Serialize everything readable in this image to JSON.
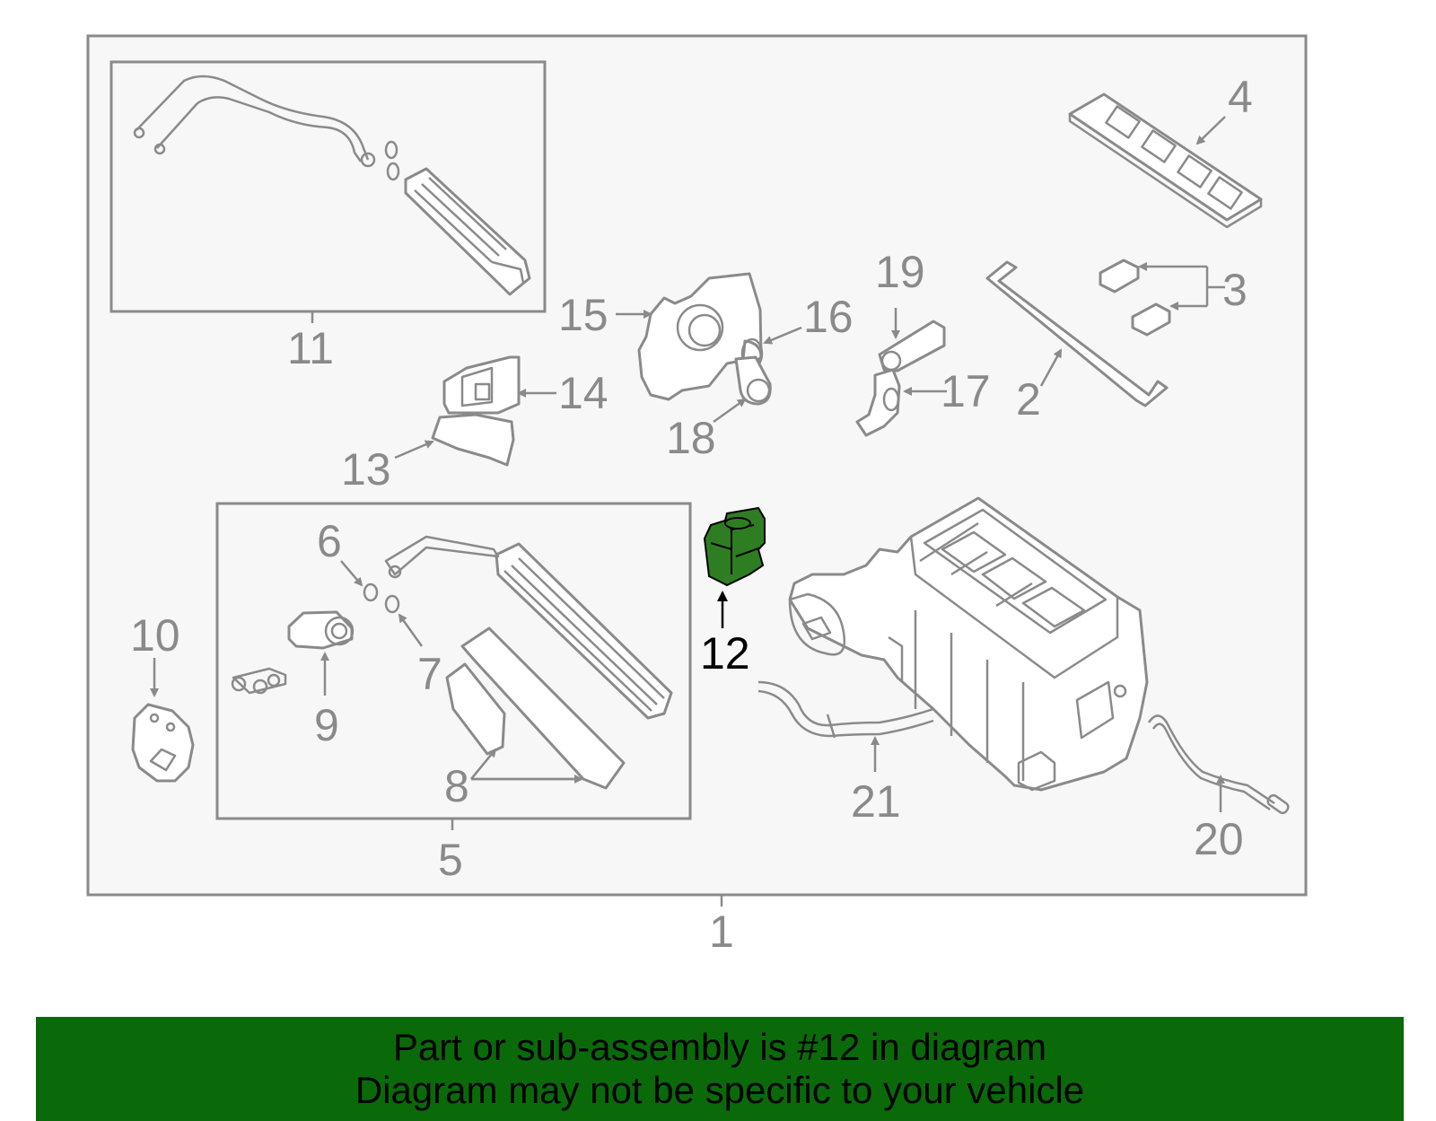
{
  "colors": {
    "line_gray": "#8a8a8a",
    "panel_bg": "#f7f7f7",
    "highlight_part": "#2e7d22",
    "banner_bg": "#0a6a0a",
    "banner_text": "#000000"
  },
  "diagram": {
    "highlighted_callout": "12",
    "callouts": [
      {
        "id": "1",
        "label": "1"
      },
      {
        "id": "2",
        "label": "2"
      },
      {
        "id": "3",
        "label": "3"
      },
      {
        "id": "4",
        "label": "4"
      },
      {
        "id": "5",
        "label": "5"
      },
      {
        "id": "6",
        "label": "6"
      },
      {
        "id": "7",
        "label": "7"
      },
      {
        "id": "8",
        "label": "8"
      },
      {
        "id": "9",
        "label": "9"
      },
      {
        "id": "10",
        "label": "10"
      },
      {
        "id": "11",
        "label": "11"
      },
      {
        "id": "12",
        "label": "12"
      },
      {
        "id": "13",
        "label": "13"
      },
      {
        "id": "14",
        "label": "14"
      },
      {
        "id": "15",
        "label": "15"
      },
      {
        "id": "16",
        "label": "16"
      },
      {
        "id": "17",
        "label": "17"
      },
      {
        "id": "18",
        "label": "18"
      },
      {
        "id": "19",
        "label": "19"
      },
      {
        "id": "20",
        "label": "20"
      },
      {
        "id": "21",
        "label": "21"
      }
    ]
  },
  "banner": {
    "line1": "Part or sub-assembly is #12 in diagram",
    "line2": "Diagram may not be specific to your vehicle"
  }
}
